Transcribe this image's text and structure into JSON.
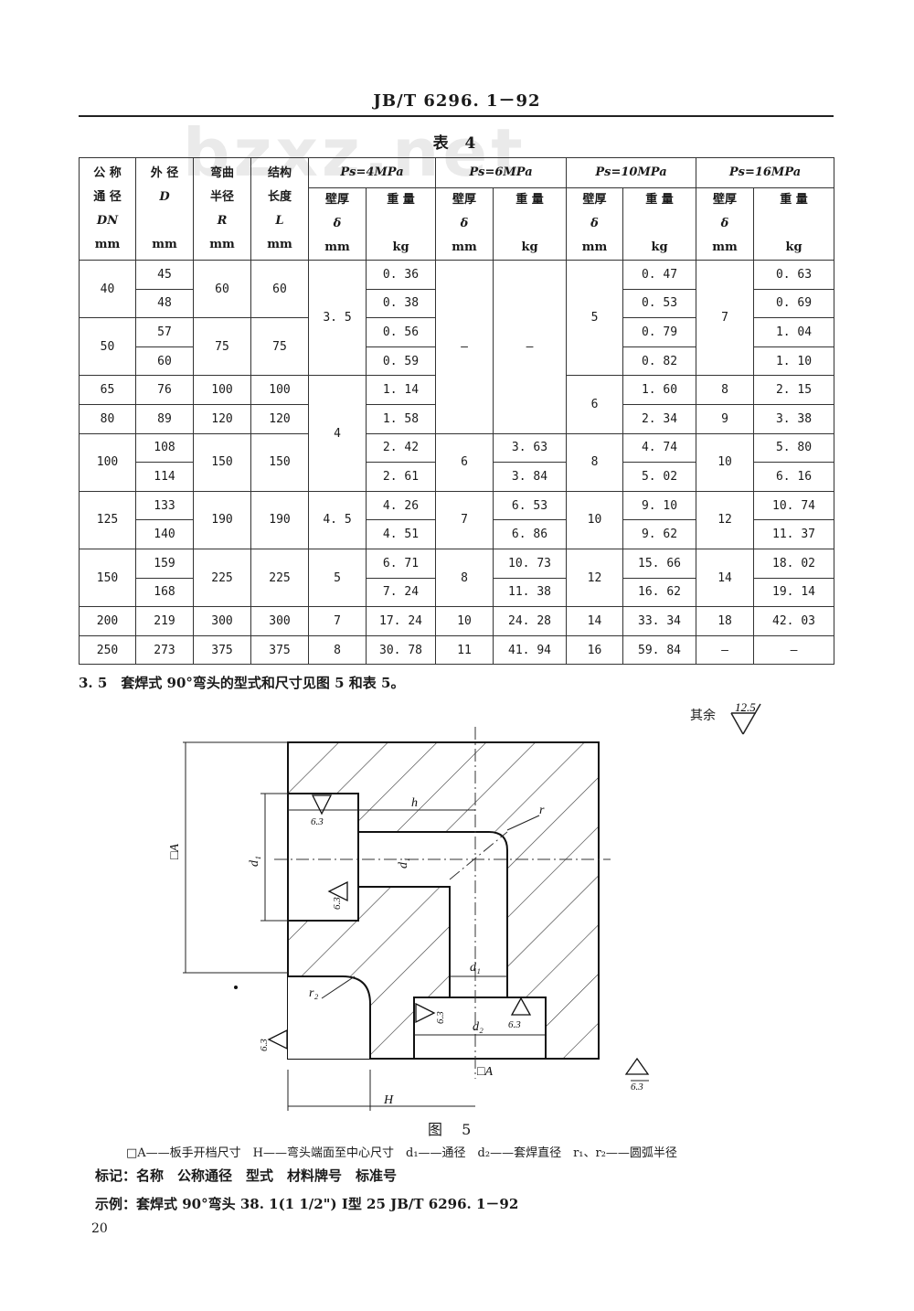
{
  "header": {
    "code": "JB/T 6296. 1－92"
  },
  "watermark": "bzxz.net",
  "table": {
    "caption": "表 4",
    "header": {
      "col1": [
        "公 称",
        "通 径",
        "DN",
        "mm"
      ],
      "col2": [
        "外 径",
        "D",
        "mm"
      ],
      "col3": [
        "弯曲",
        "半径",
        "R",
        "mm"
      ],
      "col4": [
        "结构",
        "长度",
        "L",
        "mm"
      ],
      "groups": [
        "Ps=4MPa",
        "Ps=6MPa",
        "Ps=10MPa",
        "Ps=16MPa"
      ],
      "wall": [
        "壁厚",
        "δ",
        "mm"
      ],
      "weight": [
        "重 量",
        "kg"
      ]
    },
    "rows": [
      {
        "dn": "",
        "d": "45",
        "r": "",
        "l": "",
        "w4": "0. 36",
        "w6": "",
        "t10": "",
        "w10": "0. 47",
        "t16": "",
        "w16": "0. 63"
      },
      {
        "dn": "40",
        "d": "48",
        "r": "60",
        "l": "60",
        "w4": "0. 38",
        "w10": "0. 53",
        "w16": "0. 69"
      },
      {
        "dn": "",
        "d": "57",
        "r": "",
        "l": "",
        "w4": "0. 56",
        "w10": "0. 79",
        "w16": "1. 04"
      },
      {
        "dn": "50",
        "d": "60",
        "r": "75",
        "l": "75",
        "w4": "0. 59",
        "w10": "0. 82",
        "w16": "1. 10"
      },
      {
        "dn": "65",
        "d": "76",
        "r": "100",
        "l": "100",
        "w4": "1. 14",
        "w10": "1. 60",
        "t16": "8",
        "w16": "2. 15"
      },
      {
        "dn": "80",
        "d": "89",
        "r": "120",
        "l": "120",
        "w4": "1. 58",
        "w10": "2. 34",
        "t16": "9",
        "w16": "3. 38"
      },
      {
        "dn": "",
        "d": "108",
        "w4": "2. 42",
        "w6": "3. 63",
        "w10": "4. 74",
        "w16": "5. 80"
      },
      {
        "dn": "100",
        "d": "114",
        "r": "150",
        "l": "150",
        "w4": "2. 61",
        "w6": "3. 84",
        "w10": "5. 02",
        "w16": "6. 16"
      },
      {
        "dn": "",
        "d": "133",
        "w4": "4. 26",
        "w6": "6. 53",
        "w10": "9. 10",
        "w16": "10. 74"
      },
      {
        "dn": "125",
        "d": "140",
        "r": "190",
        "l": "190",
        "w4": "4. 51",
        "w6": "6. 86",
        "w10": "9. 62",
        "w16": "11. 37"
      },
      {
        "dn": "",
        "d": "159",
        "w4": "6. 71",
        "w6": "10. 73",
        "w10": "15. 66",
        "w16": "18. 02"
      },
      {
        "dn": "150",
        "d": "168",
        "r": "225",
        "l": "225",
        "w4": "7. 24",
        "w6": "11. 38",
        "w10": "16. 62",
        "w16": "19. 14"
      },
      {
        "dn": "200",
        "d": "219",
        "r": "300",
        "l": "300",
        "t4": "7",
        "w4": "17. 24",
        "t6": "10",
        "w6": "24. 28",
        "t10": "14",
        "w10": "33. 34",
        "t16": "18",
        "w16": "42. 03"
      },
      {
        "dn": "250",
        "d": "273",
        "r": "375",
        "l": "375",
        "t4": "8",
        "w4": "30. 78",
        "t6": "11",
        "w6": "41. 94",
        "t10": "16",
        "w10": "59. 84",
        "t16": "—",
        "w16": "—"
      }
    ],
    "merged": {
      "t4_a": "3. 5",
      "t4_b": "4",
      "t4_c": "4. 5",
      "t4_d": "5",
      "t6_dash": "—",
      "w6_dash": "—",
      "t6_a": "6",
      "t6_b": "7",
      "t6_c": "8",
      "t10_a": "5",
      "t10_b": "6",
      "t10_c": "8",
      "t10_d": "10",
      "t10_e": "12",
      "t16_a": "7",
      "t16_b": "10",
      "t16_c": "12",
      "t16_d": "14"
    }
  },
  "section": {
    "text": "3. 5　套焊式 90°弯头的型式和尺寸见图 5 和表 5。"
  },
  "figure": {
    "qiyu": "其余",
    "roughness_main": "12.5",
    "roughness": "6.3",
    "labels": {
      "A": "□A",
      "bottomA": "□A",
      "h": "h",
      "H": "H",
      "d1": "d₁",
      "d2": "d₂",
      "r": "r",
      "r2": "r₂"
    },
    "caption": "图 5"
  },
  "legend": "□A——板手开档尺寸　H——弯头端面至中心尺寸　d₁——通径　d₂——套焊直径　r₁、r₂——圆弧半径",
  "mark": "标记：名称　公称通径　型式　材料牌号　标准号",
  "example": "示例：套焊式 90°弯头 38. 1(1 1/2\") Ⅰ型 25 JB/T 6296. 1－92",
  "page_number": "20"
}
